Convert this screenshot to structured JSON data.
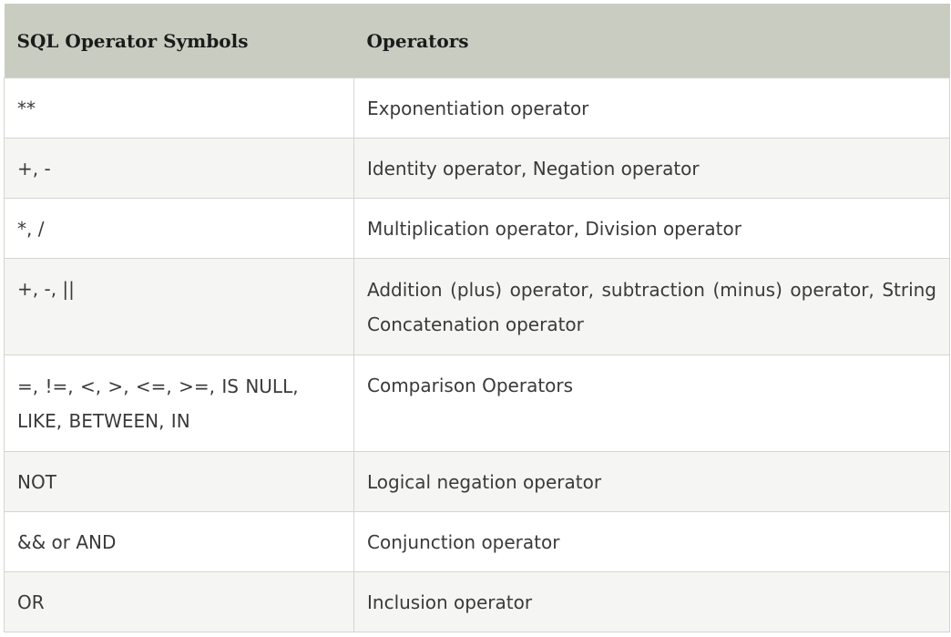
{
  "table": {
    "headers": [
      "SQL Operator Symbols",
      "Operators"
    ],
    "rows": [
      {
        "symbol": "**",
        "operator": "Exponentiation operator"
      },
      {
        "symbol": "+, -",
        "operator": "Identity operator, Negation operator"
      },
      {
        "symbol": "*, /",
        "operator": "Multiplication operator, Division operator"
      },
      {
        "symbol": "+, -, ||",
        "operator": "Addition (plus) operator, subtraction (minus) operator, String Concatenation operator"
      },
      {
        "symbol": "=, !=, <, >, <=, >=, IS NULL, LIKE, BETWEEN, IN",
        "operator": "Comparison Operators"
      },
      {
        "symbol": "NOT",
        "operator": "Logical negation operator"
      },
      {
        "symbol": "&& or AND",
        "operator": "Conjunction operator"
      },
      {
        "symbol": "OR",
        "operator": "Inclusion operator"
      }
    ]
  }
}
